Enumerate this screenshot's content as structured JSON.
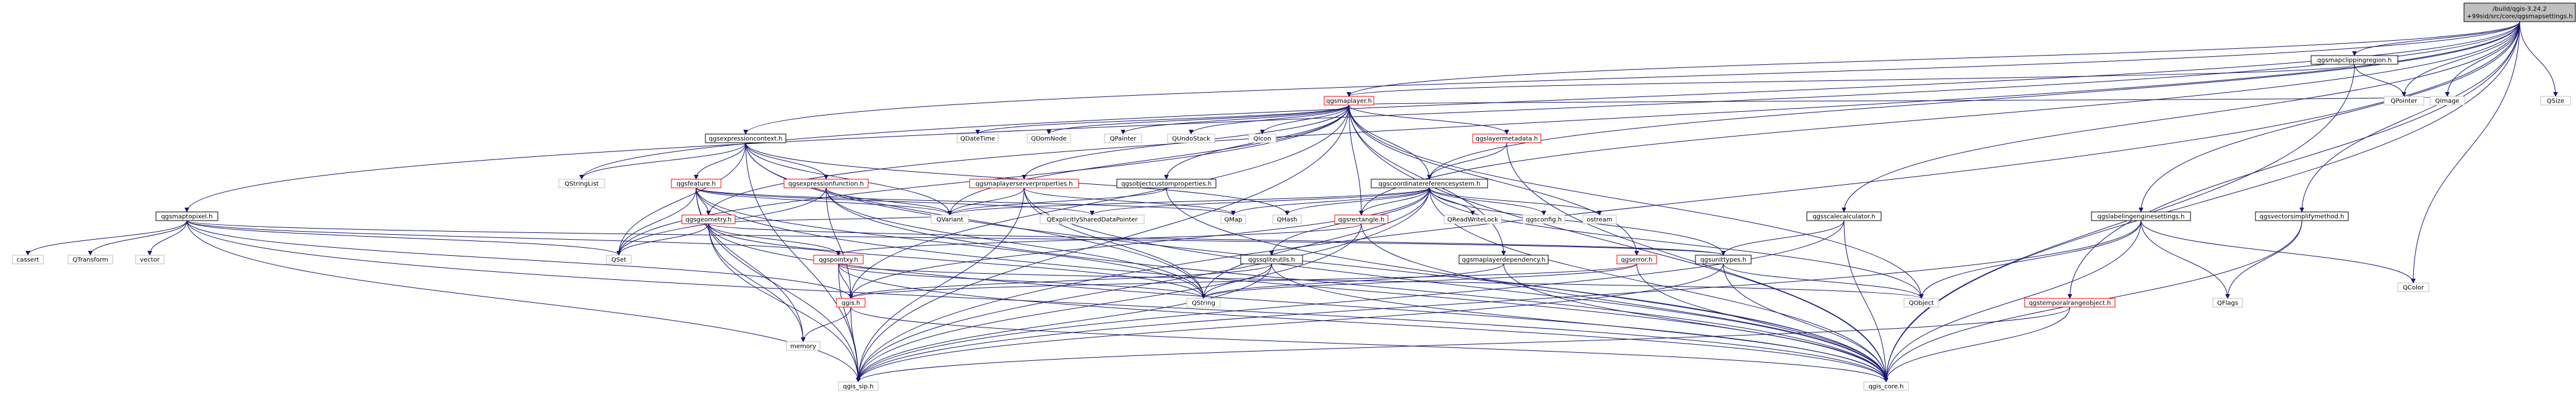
{
  "diagram": {
    "title": "",
    "nodes": [
      {
        "id": "root",
        "label": "/build/qgis-3.24.2\n+99sid/src/core/qgsmapsettings.h",
        "kind": "root"
      },
      {
        "id": "cliprg",
        "label": "qgsmapclippingregion.h",
        "kind": "std"
      },
      {
        "id": "maplayer",
        "label": "qgsmaplayer.h",
        "kind": "red"
      },
      {
        "id": "qpointer",
        "label": "QPointer",
        "kind": "grey"
      },
      {
        "id": "qimage",
        "label": "QImage",
        "kind": "grey"
      },
      {
        "id": "qsize",
        "label": "QSize",
        "kind": "grey"
      },
      {
        "id": "exprctx",
        "label": "qgsexpressioncontext.h",
        "kind": "std"
      },
      {
        "id": "maptopix",
        "label": "qgsmaptopixel.h",
        "kind": "std"
      },
      {
        "id": "qdatetime",
        "label": "QDateTime",
        "kind": "grey"
      },
      {
        "id": "qdomnode",
        "label": "QDomNode",
        "kind": "grey"
      },
      {
        "id": "qpainter",
        "label": "QPainter",
        "kind": "grey"
      },
      {
        "id": "qundostack",
        "label": "QUndoStack",
        "kind": "grey"
      },
      {
        "id": "qicon",
        "label": "QIcon",
        "kind": "grey"
      },
      {
        "id": "layermeta",
        "label": "qgslayermetadata.h",
        "kind": "red"
      },
      {
        "id": "qstringlist",
        "label": "QStringList",
        "kind": "grey"
      },
      {
        "id": "feature",
        "label": "qgsfeature.h",
        "kind": "red"
      },
      {
        "id": "exprfunc",
        "label": "qgsexpressionfunction.h",
        "kind": "red"
      },
      {
        "id": "layerserver",
        "label": "qgsmaplayerserverproperties.h",
        "kind": "red"
      },
      {
        "id": "objcustom",
        "label": "qgsobjectcustomproperties.h",
        "kind": "std"
      },
      {
        "id": "crs",
        "label": "qgscoordinatereferencesystem.h",
        "kind": "std"
      },
      {
        "id": "geometry",
        "label": "qgsgeometry.h",
        "kind": "red"
      },
      {
        "id": "qvariant",
        "label": "QVariant",
        "kind": "grey"
      },
      {
        "id": "qexplicit",
        "label": "QExplicitlySharedDataPointer",
        "kind": "grey"
      },
      {
        "id": "qmap",
        "label": "QMap",
        "kind": "grey"
      },
      {
        "id": "qhash",
        "label": "QHash",
        "kind": "grey"
      },
      {
        "id": "rectangle",
        "label": "qgsrectangle.h",
        "kind": "red"
      },
      {
        "id": "qreadwritelock",
        "label": "QReadWriteLock",
        "kind": "grey"
      },
      {
        "id": "qgsconfig",
        "label": "qgsconfig.h",
        "kind": "grey"
      },
      {
        "id": "ostream",
        "label": "ostream",
        "kind": "grey"
      },
      {
        "id": "scalecalc",
        "label": "qgsscalecalculator.h",
        "kind": "std"
      },
      {
        "id": "labeleng",
        "label": "qgslabelingenginesettings.h",
        "kind": "std"
      },
      {
        "id": "vecsimp",
        "label": "qgsvectorsimplifymethod.h",
        "kind": "std"
      },
      {
        "id": "qcolor",
        "label": "QColor",
        "kind": "grey"
      },
      {
        "id": "cassert",
        "label": "cassert",
        "kind": "grey"
      },
      {
        "id": "qtransform",
        "label": "QTransform",
        "kind": "grey"
      },
      {
        "id": "vector",
        "label": "vector",
        "kind": "grey"
      },
      {
        "id": "qset",
        "label": "QSet",
        "kind": "grey"
      },
      {
        "id": "pointxy",
        "label": "qgspointxy.h",
        "kind": "red"
      },
      {
        "id": "sqlite",
        "label": "qgssqliteutils.h",
        "kind": "std"
      },
      {
        "id": "layerdep",
        "label": "qgsmaplayerdependency.h",
        "kind": "std"
      },
      {
        "id": "qgserror",
        "label": "qgserror.h",
        "kind": "red"
      },
      {
        "id": "unittypes",
        "label": "qgsunittypes.h",
        "kind": "std"
      },
      {
        "id": "qgsh",
        "label": "qgis.h",
        "kind": "red"
      },
      {
        "id": "qstring",
        "label": "QString",
        "kind": "grey"
      },
      {
        "id": "qobject",
        "label": "QObject",
        "kind": "grey"
      },
      {
        "id": "temporal",
        "label": "qgstemporalrangeobject.h",
        "kind": "red"
      },
      {
        "id": "qflags",
        "label": "QFlags",
        "kind": "grey"
      },
      {
        "id": "memory",
        "label": "memory",
        "kind": "grey"
      },
      {
        "id": "qgssip",
        "label": "qgis_sip.h",
        "kind": "grey"
      },
      {
        "id": "qgscore",
        "label": "qgis_core.h",
        "kind": "grey"
      }
    ],
    "edges": [
      [
        "root",
        "cliprg"
      ],
      [
        "root",
        "maplayer"
      ],
      [
        "root",
        "qpointer"
      ],
      [
        "root",
        "qimage"
      ],
      [
        "root",
        "qsize"
      ],
      [
        "root",
        "exprctx"
      ],
      [
        "root",
        "maptopix"
      ],
      [
        "root",
        "crs"
      ],
      [
        "root",
        "rectangle"
      ],
      [
        "root",
        "scalecalc"
      ],
      [
        "root",
        "labeleng"
      ],
      [
        "root",
        "vecsimp"
      ],
      [
        "root",
        "qcolor"
      ],
      [
        "root",
        "qgscore"
      ],
      [
        "root",
        "qgssip"
      ],
      [
        "root",
        "temporal"
      ],
      [
        "root",
        "qstringlist"
      ],
      [
        "root",
        "geometry"
      ],
      [
        "cliprg",
        "maplayer"
      ],
      [
        "cliprg",
        "qpointer"
      ],
      [
        "cliprg",
        "qgscore"
      ],
      [
        "maplayer",
        "qdatetime"
      ],
      [
        "maplayer",
        "qdomnode"
      ],
      [
        "maplayer",
        "qpainter"
      ],
      [
        "maplayer",
        "qundostack"
      ],
      [
        "maplayer",
        "qicon"
      ],
      [
        "maplayer",
        "layermeta"
      ],
      [
        "maplayer",
        "layerserver"
      ],
      [
        "maplayer",
        "objcustom"
      ],
      [
        "maplayer",
        "crs"
      ],
      [
        "maplayer",
        "qimage"
      ],
      [
        "maplayer",
        "qobject"
      ],
      [
        "maplayer",
        "qvariant"
      ],
      [
        "maplayer",
        "rectangle"
      ],
      [
        "maplayer",
        "layerdep"
      ],
      [
        "maplayer",
        "qgserror"
      ],
      [
        "maplayer",
        "qgscore"
      ],
      [
        "maplayer",
        "qgssip"
      ],
      [
        "maplayer",
        "qset"
      ],
      [
        "maplayer",
        "qgsh"
      ],
      [
        "exprctx",
        "qstringlist"
      ],
      [
        "exprctx",
        "feature"
      ],
      [
        "exprctx",
        "exprfunc"
      ],
      [
        "exprctx",
        "qvariant"
      ],
      [
        "exprctx",
        "qhash"
      ],
      [
        "exprctx",
        "qset"
      ],
      [
        "exprctx",
        "qgscore"
      ],
      [
        "exprctx",
        "qgssip"
      ],
      [
        "exprctx",
        "qstring"
      ],
      [
        "layermeta",
        "crs"
      ],
      [
        "layermeta",
        "qgscore"
      ],
      [
        "feature",
        "geometry"
      ],
      [
        "feature",
        "qvariant"
      ],
      [
        "feature",
        "qset"
      ],
      [
        "feature",
        "qmap"
      ],
      [
        "feature",
        "qgscore"
      ],
      [
        "feature",
        "qgssip"
      ],
      [
        "feature",
        "qexplicit"
      ],
      [
        "feature",
        "qstring"
      ],
      [
        "feature",
        "memory"
      ],
      [
        "exprfunc",
        "qvariant"
      ],
      [
        "exprfunc",
        "qset"
      ],
      [
        "exprfunc",
        "qstring"
      ],
      [
        "exprfunc",
        "qgsh"
      ],
      [
        "exprfunc",
        "qgscore"
      ],
      [
        "layerserver",
        "qmap"
      ],
      [
        "layerserver",
        "qvariant"
      ],
      [
        "layerserver",
        "qgscore"
      ],
      [
        "layerserver",
        "qgssip"
      ],
      [
        "layerserver",
        "qstring"
      ],
      [
        "objcustom",
        "qvariant"
      ],
      [
        "objcustom",
        "qgscore"
      ],
      [
        "crs",
        "qmap"
      ],
      [
        "crs",
        "qhash"
      ],
      [
        "crs",
        "qreadwritelock"
      ],
      [
        "crs",
        "qgsconfig"
      ],
      [
        "crs",
        "ostream"
      ],
      [
        "crs",
        "qexplicit"
      ],
      [
        "crs",
        "qobject"
      ],
      [
        "crs",
        "unittypes"
      ],
      [
        "crs",
        "sqlite"
      ],
      [
        "crs",
        "rectangle"
      ],
      [
        "crs",
        "qgscore"
      ],
      [
        "crs",
        "qgssip"
      ],
      [
        "crs",
        "qgsh"
      ],
      [
        "crs",
        "qvariant"
      ],
      [
        "crs",
        "qstring"
      ],
      [
        "geometry",
        "pointxy"
      ],
      [
        "geometry",
        "qset"
      ],
      [
        "geometry",
        "qvariant"
      ],
      [
        "geometry",
        "qstring"
      ],
      [
        "geometry",
        "memory"
      ],
      [
        "geometry",
        "qgscore"
      ],
      [
        "geometry",
        "qgssip"
      ],
      [
        "geometry",
        "unittypes"
      ],
      [
        "rectangle",
        "pointxy"
      ],
      [
        "rectangle",
        "qgscore"
      ],
      [
        "rectangle",
        "qgssip"
      ],
      [
        "scalecalc",
        "unittypes"
      ],
      [
        "scalecalc",
        "qgscore"
      ],
      [
        "scalecalc",
        "qgssip"
      ],
      [
        "labeleng",
        "qflags"
      ],
      [
        "labeleng",
        "qcolor"
      ],
      [
        "labeleng",
        "qobject"
      ],
      [
        "labeleng",
        "qgscore"
      ],
      [
        "labeleng",
        "qgssip"
      ],
      [
        "vecsimp",
        "qflags"
      ],
      [
        "vecsimp",
        "qgscore"
      ],
      [
        "maptopix",
        "cassert"
      ],
      [
        "maptopix",
        "qtransform"
      ],
      [
        "maptopix",
        "vector"
      ],
      [
        "maptopix",
        "qset"
      ],
      [
        "maptopix",
        "pointxy"
      ],
      [
        "maptopix",
        "unittypes"
      ],
      [
        "maptopix",
        "qgsh"
      ],
      [
        "maptopix",
        "qgscore"
      ],
      [
        "maptopix",
        "qgssip"
      ],
      [
        "pointxy",
        "qgsh"
      ],
      [
        "pointxy",
        "qobject"
      ],
      [
        "pointxy",
        "qstring"
      ],
      [
        "pointxy",
        "qgscore"
      ],
      [
        "pointxy",
        "qgssip"
      ],
      [
        "sqlite",
        "qstring"
      ],
      [
        "sqlite",
        "qgscore"
      ],
      [
        "sqlite",
        "qgssip"
      ],
      [
        "sqlite",
        "qgsh"
      ],
      [
        "layerdep",
        "qstring"
      ],
      [
        "layerdep",
        "qgscore"
      ],
      [
        "qgserror",
        "qstring"
      ],
      [
        "qgserror",
        "qgscore"
      ],
      [
        "qgserror",
        "qgsh"
      ],
      [
        "unittypes",
        "qobject"
      ],
      [
        "unittypes",
        "qgscore"
      ],
      [
        "unittypes",
        "qgssip"
      ],
      [
        "qgsh",
        "memory"
      ],
      [
        "qgsh",
        "qgssip"
      ],
      [
        "qgsh",
        "qgscore"
      ],
      [
        "temporal",
        "qgscore"
      ],
      [
        "temporal",
        "qgssip"
      ]
    ]
  }
}
